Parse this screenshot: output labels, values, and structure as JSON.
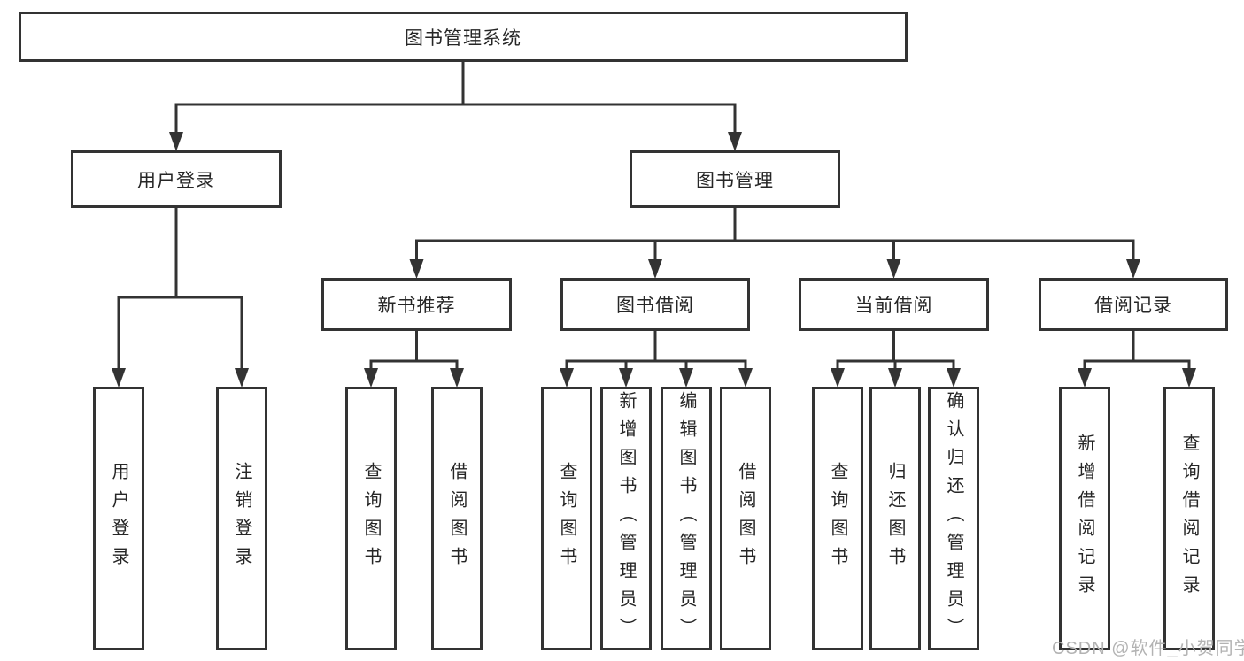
{
  "colors": {
    "line": "#333333",
    "text": "#262626",
    "box_background": "#ffffff",
    "page_background": "#ffffff",
    "watermark": "#b3b3b3"
  },
  "watermark": "CSDN @软件_小贺同学",
  "tree": {
    "root": "图书管理系统",
    "branches": [
      {
        "label": "用户登录",
        "children": [
          "用户登录",
          "注销登录"
        ]
      },
      {
        "label": "图书管理",
        "children": [
          {
            "label": "新书推荐",
            "children": [
              "查询图书",
              "借阅图书"
            ]
          },
          {
            "label": "图书借阅",
            "children": [
              "查询图书",
              "新增图书（管理员）",
              "编辑图书（管理员）",
              "借阅图书"
            ]
          },
          {
            "label": "当前借阅",
            "children": [
              "查询图书",
              "归还图书",
              "确认归还（管理员）"
            ]
          },
          {
            "label": "借阅记录",
            "children": [
              "新增借阅记录",
              "查询借阅记录"
            ]
          }
        ]
      }
    ]
  }
}
